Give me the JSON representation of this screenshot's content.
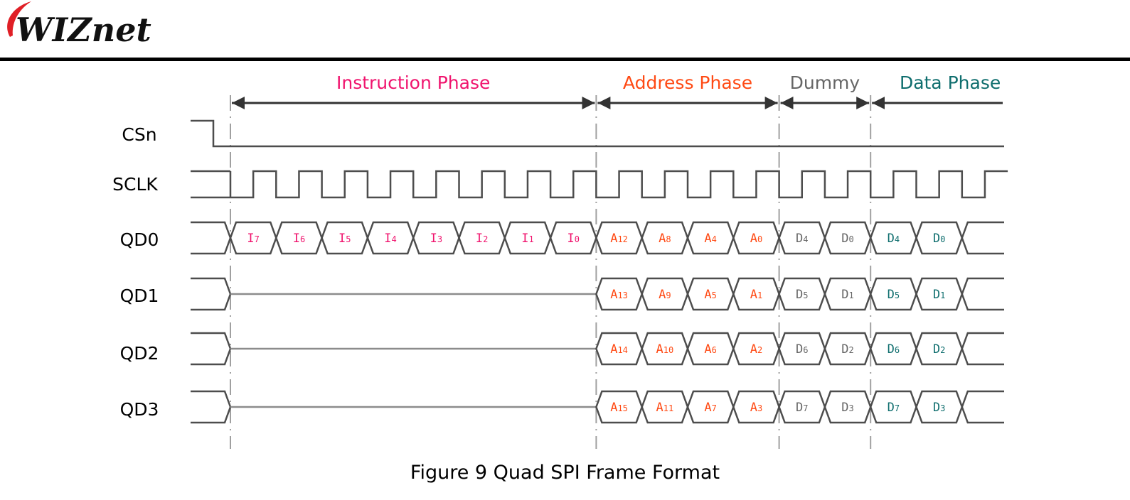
{
  "header": {
    "logo_text": "WIZnet",
    "logo_colors": {
      "text": "#111111",
      "swoosh": "#e01f26"
    }
  },
  "caption": "Figure 9 Quad SPI Frame Format",
  "colors": {
    "instruction": "#f0146e",
    "address": "#ff4a14",
    "dummy": "#666666",
    "data": "#0f6e6e",
    "line": "#4d4d4d",
    "guide": "#a0a0a0",
    "arrow": "#333333"
  },
  "chart_data": {
    "type": "timing-diagram",
    "title": "Figure 9 Quad SPI Frame Format",
    "signals": [
      "CSn",
      "SCLK",
      "QD0",
      "QD1",
      "QD2",
      "QD3"
    ],
    "phases": [
      {
        "name": "Instruction Phase",
        "color_key": "instruction",
        "clock_cycles": 8
      },
      {
        "name": "Address Phase",
        "color_key": "address",
        "clock_cycles": 4
      },
      {
        "name": "Dummy",
        "color_key": "dummy",
        "clock_cycles": 2
      },
      {
        "name": "Data Phase",
        "color_key": "data",
        "clock_cycles": 2,
        "open_ended": true
      }
    ],
    "lanes": {
      "QD0": {
        "instruction": [
          [
            "I",
            "7"
          ],
          [
            "I",
            "6"
          ],
          [
            "I",
            "5"
          ],
          [
            "I",
            "4"
          ],
          [
            "I",
            "3"
          ],
          [
            "I",
            "2"
          ],
          [
            "I",
            "1"
          ],
          [
            "I",
            "0"
          ]
        ],
        "address": [
          [
            "A",
            "12"
          ],
          [
            "A",
            "8"
          ],
          [
            "A",
            "4"
          ],
          [
            "A",
            "0"
          ]
        ],
        "dummy": [
          [
            "D",
            "4"
          ],
          [
            "D",
            "0"
          ]
        ],
        "data": [
          [
            "D",
            "4"
          ],
          [
            "D",
            "0"
          ]
        ]
      },
      "QD1": {
        "instruction": null,
        "address": [
          [
            "A",
            "13"
          ],
          [
            "A",
            "9"
          ],
          [
            "A",
            "5"
          ],
          [
            "A",
            "1"
          ]
        ],
        "dummy": [
          [
            "D",
            "5"
          ],
          [
            "D",
            "1"
          ]
        ],
        "data": [
          [
            "D",
            "5"
          ],
          [
            "D",
            "1"
          ]
        ]
      },
      "QD2": {
        "instruction": null,
        "address": [
          [
            "A",
            "14"
          ],
          [
            "A",
            "10"
          ],
          [
            "A",
            "6"
          ],
          [
            "A",
            "2"
          ]
        ],
        "dummy": [
          [
            "D",
            "6"
          ],
          [
            "D",
            "2"
          ]
        ],
        "data": [
          [
            "D",
            "6"
          ],
          [
            "D",
            "2"
          ]
        ]
      },
      "QD3": {
        "instruction": null,
        "address": [
          [
            "A",
            "15"
          ],
          [
            "A",
            "11"
          ],
          [
            "A",
            "7"
          ],
          [
            "A",
            "3"
          ]
        ],
        "dummy": [
          [
            "D",
            "7"
          ],
          [
            "D",
            "3"
          ]
        ],
        "data": [
          [
            "D",
            "7"
          ],
          [
            "D",
            "3"
          ]
        ]
      }
    },
    "csn": "high before frame, falls low at start and stays low",
    "sclk": "low at start, one pulse per cycle, continues past data phase"
  }
}
